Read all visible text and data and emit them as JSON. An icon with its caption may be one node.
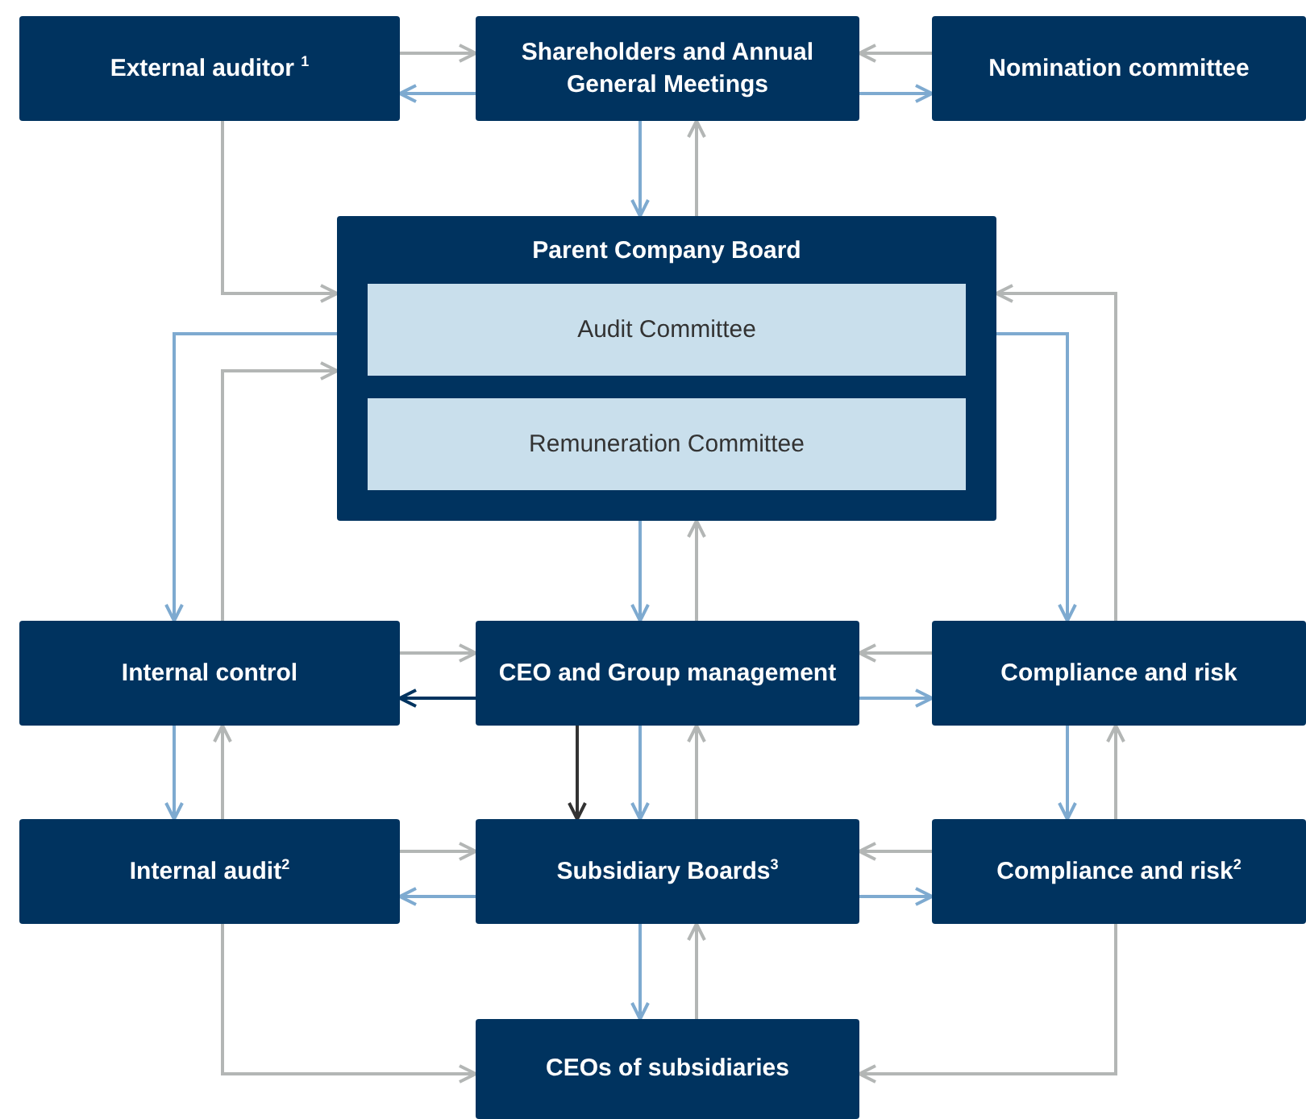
{
  "diagram": {
    "nodes": [
      {
        "text": [
          "External auditor $^{1}$"
        ]
      },
      {
        "text": [
          "Shareholders and Annual General Meetings"
        ]
      },
      {
        "text": [
          "Nomination committee"
        ]
      },
      {
        "text": [
          "Parent Company Board"
        ]
      },
      {
        "text": [
          "Audit Committee"
        ],
        "in": 3
      },
      {
        "text": [
          "Remuneration Committee"
        ],
        "in": 3
      },
      {
        "text": [
          "Internal control"
        ]
      },
      {
        "text": [
          "CEO and Group management"
        ]
      },
      {
        "text": [
          "Compliance and risk"
        ]
      },
      {
        "text": [
          "Internal audit$^{2}$"
        ]
      },
      {
        "text": [
          "Subsidiary Boards$^{3}$"
        ]
      },
      {
        "text": [
          "Compliance and risk$^{2}$"
        ]
      },
      {
        "text": [
          "CEOs of subsidiaries"
        ]
      }
    ],
    "edges": [
      {
        "from": 0,
        "to": 1,
        "arrow": "to"
      },
      {
        "from": 1,
        "to": 0,
        "arrow": "to",
        "color": "#7eaad0"
      },
      {
        "from": 2,
        "to": 1,
        "arrow": "to"
      },
      {
        "from": 1,
        "to": 2,
        "arrow": "to",
        "color": "#7eaad0"
      },
      {
        "from": 1,
        "to": 3,
        "arrow": "to",
        "color": "#7eaad0"
      },
      {
        "from": 3,
        "to": 1,
        "arrow": "to"
      },
      {
        "from": 0,
        "to": 3,
        "arrow": "to"
      },
      {
        "from": 3,
        "to": 6,
        "arrow": "to",
        "color": "#7eaad0"
      },
      {
        "from": 6,
        "to": 3,
        "arrow": "to"
      },
      {
        "from": 3,
        "to": 8,
        "arrow": "to",
        "color": "#7eaad0"
      },
      {
        "from": 8,
        "to": 3,
        "arrow": "to"
      },
      {
        "from": 3,
        "to": 7,
        "arrow": "to",
        "color": "#7eaad0"
      },
      {
        "from": 7,
        "to": 3,
        "arrow": "to"
      },
      {
        "from": 6,
        "to": 7,
        "arrow": "to"
      },
      {
        "from": 7,
        "to": 6,
        "arrow": "to",
        "color": "#00335f"
      },
      {
        "from": 8,
        "to": 7,
        "arrow": "to"
      },
      {
        "from": 7,
        "to": 8,
        "arrow": "to",
        "color": "#7eaad0"
      },
      {
        "from": 6,
        "to": 9,
        "arrow": "to",
        "color": "#7eaad0"
      },
      {
        "from": 9,
        "to": 6,
        "arrow": "to"
      },
      {
        "from": 7,
        "to": 10,
        "arrow": "to",
        "color": "#333333"
      },
      {
        "from": 7,
        "to": 10,
        "arrow": "to",
        "color": "#7eaad0"
      },
      {
        "from": 10,
        "to": 7,
        "arrow": "to"
      },
      {
        "from": 8,
        "to": 11,
        "arrow": "to",
        "color": "#7eaad0"
      },
      {
        "from": 11,
        "to": 8,
        "arrow": "to"
      },
      {
        "from": 9,
        "to": 10,
        "arrow": "to"
      },
      {
        "from": 10,
        "to": 9,
        "arrow": "to",
        "color": "#7eaad0"
      },
      {
        "from": 11,
        "to": 10,
        "arrow": "to"
      },
      {
        "from": 10,
        "to": 11,
        "arrow": "to",
        "color": "#7eaad0"
      },
      {
        "from": 10,
        "to": 12,
        "arrow": "to",
        "color": "#7eaad0"
      },
      {
        "from": 12,
        "to": 10,
        "arrow": "to"
      },
      {
        "from": 9,
        "to": 12,
        "arrow": "to"
      },
      {
        "from": 11,
        "to": 12,
        "arrow": "to"
      }
    ]
  }
}
